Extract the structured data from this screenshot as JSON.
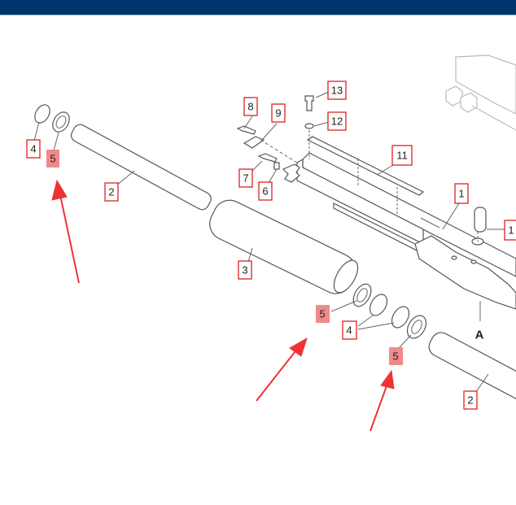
{
  "header": {
    "color": "#00366f"
  },
  "diagram": {
    "callouts": [
      {
        "id": "c8",
        "text": "8"
      },
      {
        "id": "c9",
        "text": "9"
      },
      {
        "id": "c13",
        "text": "13"
      },
      {
        "id": "c12",
        "text": "12"
      },
      {
        "id": "c11",
        "text": "11"
      },
      {
        "id": "c7",
        "text": "7"
      },
      {
        "id": "c6",
        "text": "6"
      },
      {
        "id": "c1",
        "text": "1"
      },
      {
        "id": "c10",
        "text": "1"
      },
      {
        "id": "c4a",
        "text": "4"
      },
      {
        "id": "c5a",
        "text": "5"
      },
      {
        "id": "c2a",
        "text": "2"
      },
      {
        "id": "c3",
        "text": "3"
      },
      {
        "id": "c5b",
        "text": "5"
      },
      {
        "id": "c4b",
        "text": "4"
      },
      {
        "id": "c5c",
        "text": "5"
      },
      {
        "id": "c2b",
        "text": "2"
      }
    ],
    "view_label": "A",
    "highlight_color": "#f08a8a",
    "arrow_color": "#ee3333"
  }
}
